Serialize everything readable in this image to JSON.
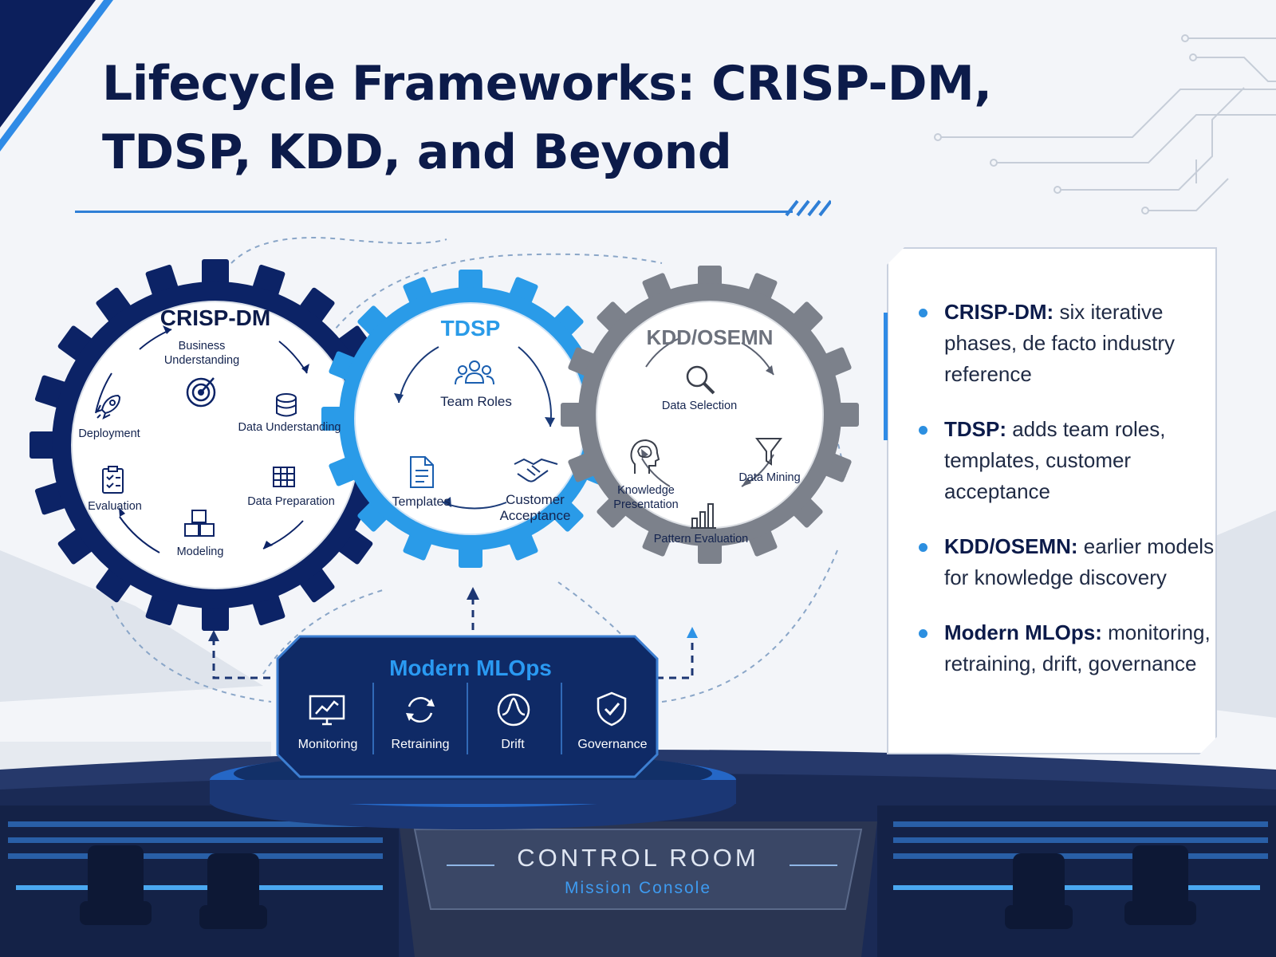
{
  "header": {
    "title_line1": "Lifecycle Frameworks: CRISP-DM,",
    "title_line2": "TDSP, KDD, and Beyond"
  },
  "colors": {
    "navy": "#0c2366",
    "blue": "#2a9be8",
    "gray": "#7c818b",
    "accent": "#2c8fe0"
  },
  "gears": {
    "crisp": {
      "title": "CRISP-DM",
      "steps": [
        "Business Understanding",
        "Data Understanding",
        "Data Preparation",
        "Modeling",
        "Evaluation",
        "Deployment"
      ],
      "icons": [
        "target-icon",
        "database-icon",
        "grid-icon",
        "cubes-icon",
        "clipboard-icon",
        "rocket-icon"
      ]
    },
    "tdsp": {
      "title": "TDSP",
      "steps": [
        "Team Roles",
        "Customer Acceptance",
        "Templates"
      ],
      "icons": [
        "team-icon",
        "handshake-icon",
        "document-icon"
      ]
    },
    "kdd": {
      "title": "KDD/OSEMN",
      "steps": [
        "Data Selection",
        "Data Mining",
        "Pattern Evaluation",
        "Knowledge Presentation"
      ],
      "icons": [
        "magnifier-icon",
        "funnel-icon",
        "bar-chart-icon",
        "brain-head-icon"
      ]
    }
  },
  "mlops": {
    "title": "Modern MLOps",
    "items": [
      "Monitoring",
      "Retraining",
      "Drift",
      "Governance"
    ],
    "icons": [
      "monitor-chart-icon",
      "refresh-icon",
      "wave-icon",
      "shield-check-icon"
    ]
  },
  "panel": {
    "items": [
      {
        "term": "CRISP-DM:",
        "text": " six iterative phases, de facto industry reference"
      },
      {
        "term": "TDSP:",
        "text": " adds team roles, templates, customer acceptance"
      },
      {
        "term": "KDD/OSEMN:",
        "text": " earlier models for knowledge discovery"
      },
      {
        "term": "Modern MLOps:",
        "text": " monitoring, retraining, drift, governance"
      }
    ]
  },
  "control_room": {
    "title": "CONTROL ROOM",
    "subtitle": "Mission Console"
  }
}
